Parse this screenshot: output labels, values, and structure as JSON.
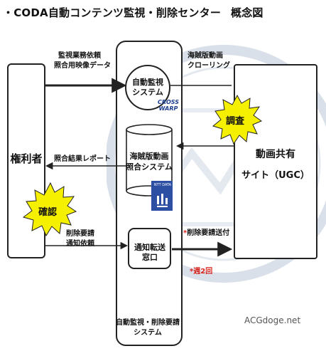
{
  "title": {
    "main": "・CODA自動コンテンツ監視・削除センター",
    "sub": "概念図"
  },
  "labels": {
    "monitor_request_1": "監視業務依頼",
    "monitor_request_2": "照合用映像データ",
    "pirate_crawl_1": "海賊版動画",
    "pirate_crawl_2": "クローリング",
    "match_report": "照合結果レポート",
    "delete_request_1": "削除要請",
    "delete_request_2": "通知依頼",
    "delete_send": "削除要請送付",
    "weekly": "週2回"
  },
  "nodes": {
    "rights_holder": "権利者",
    "auto_monitor_1": "自動監視",
    "auto_monitor_2": "システム",
    "db_1": "海賊版動画",
    "db_2": "照合システム",
    "notice_1": "通知転送",
    "notice_2": "窓口",
    "ugc_1": "動画共有",
    "ugc_2": "サイト（UGC）",
    "system_1": "自動監視・削除要請",
    "system_2": "システム"
  },
  "badges": {
    "investigate": "調査",
    "confirm": "確認"
  },
  "logos": {
    "crosswarp_1": "CROSS",
    "crosswarp_2": "WARP",
    "ntt": "NTT DATA"
  },
  "watermark": "ACGdoge.net",
  "colors": {
    "burst": "#f4f000",
    "red": "#d8231b",
    "line": "#222222",
    "ntt_blue": "#2c4fa3"
  }
}
